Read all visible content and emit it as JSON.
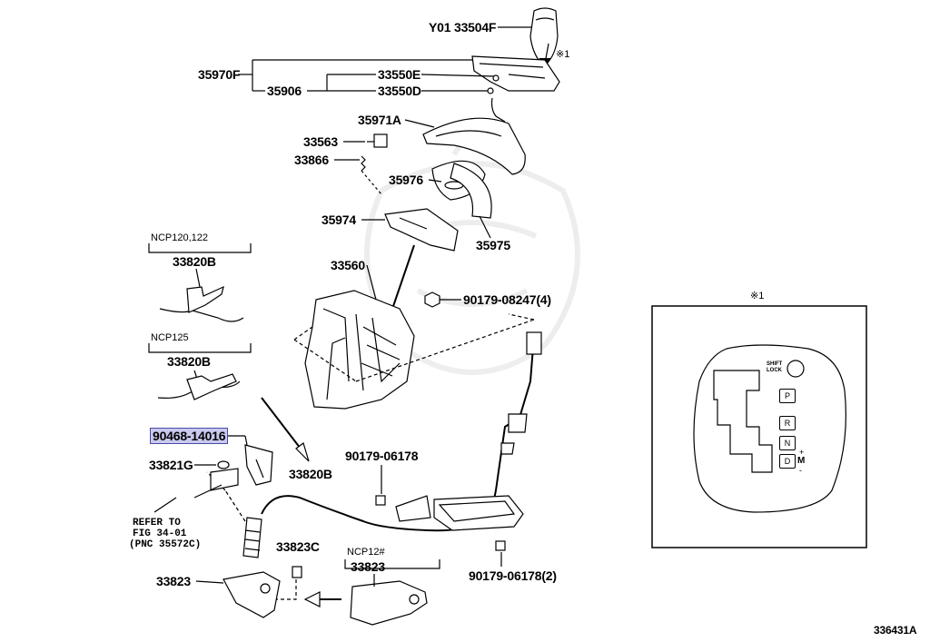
{
  "diagram_id": "336431A",
  "inset_title": "※1",
  "callouts": {
    "knob": "Y01 33504F",
    "note1": "※1",
    "p35970F": "35970F",
    "p35906": "35906",
    "p33550E": "33550E",
    "p33550D": "33550D",
    "p35971A": "35971A",
    "p33563": "33563",
    "p33866": "33866",
    "p35976": "35976",
    "p35974": "35974",
    "p35975": "35975",
    "p33560": "33560",
    "p90179_08247": "90179-08247(4)",
    "p90179_06178": "90179-06178",
    "p90179_06178_2": "90179-06178(2)",
    "p90468_14016": "90468-14016",
    "p33821G": "33821G",
    "p33820B_main": "33820B",
    "p33823C": "33823C",
    "p33823": "33823",
    "p33823_ncp": "33823"
  },
  "variants": {
    "ncp120_122": {
      "title": "NCP120,122",
      "part": "33820B"
    },
    "ncp125": {
      "title": "NCP125",
      "part": "33820B"
    },
    "ncp12x": {
      "title": "NCP12#",
      "part": "33823"
    }
  },
  "refer_note": [
    "REFER TO",
    "FIG 34-01",
    "(PNC 35572C)"
  ],
  "shift_gate": {
    "button_label": [
      "SHIFT",
      "LOCK"
    ],
    "positions": [
      "P",
      "R",
      "N",
      "D",
      "M"
    ],
    "plus": "+",
    "minus": "-"
  },
  "highlighted_part": "90468-14016"
}
